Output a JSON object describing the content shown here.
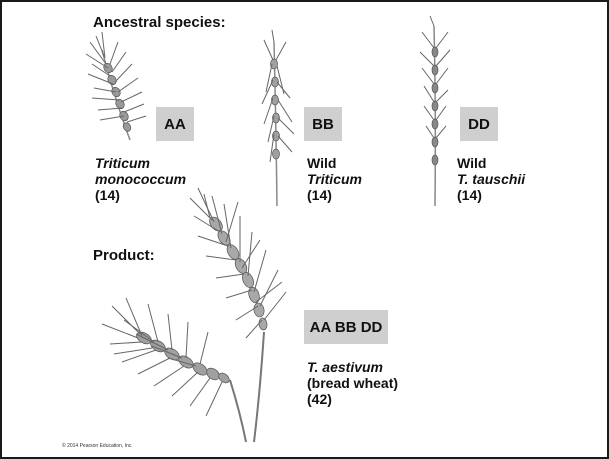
{
  "headings": {
    "ancestral": "Ancestral species:",
    "product": "Product:"
  },
  "species": [
    {
      "genome": "AA",
      "line1": "Triticum",
      "line2": "monococcum",
      "chromosomes": "(14)"
    },
    {
      "genome": "BB",
      "line1": "Wild",
      "line2": "Triticum",
      "chromosomes": "(14)"
    },
    {
      "genome": "DD",
      "line1": "Wild",
      "line2": "T. tauschii",
      "chromosomes": "(14)"
    }
  ],
  "product": {
    "genome": "AA BB DD",
    "name": "T. aestivum",
    "common": "(bread wheat)",
    "chromosomes": "(42)"
  },
  "copyright": "© 2014 Pearson Education, Inc.",
  "colors": {
    "label_box": "#cfcfcf",
    "border": "#1a1a1a"
  }
}
